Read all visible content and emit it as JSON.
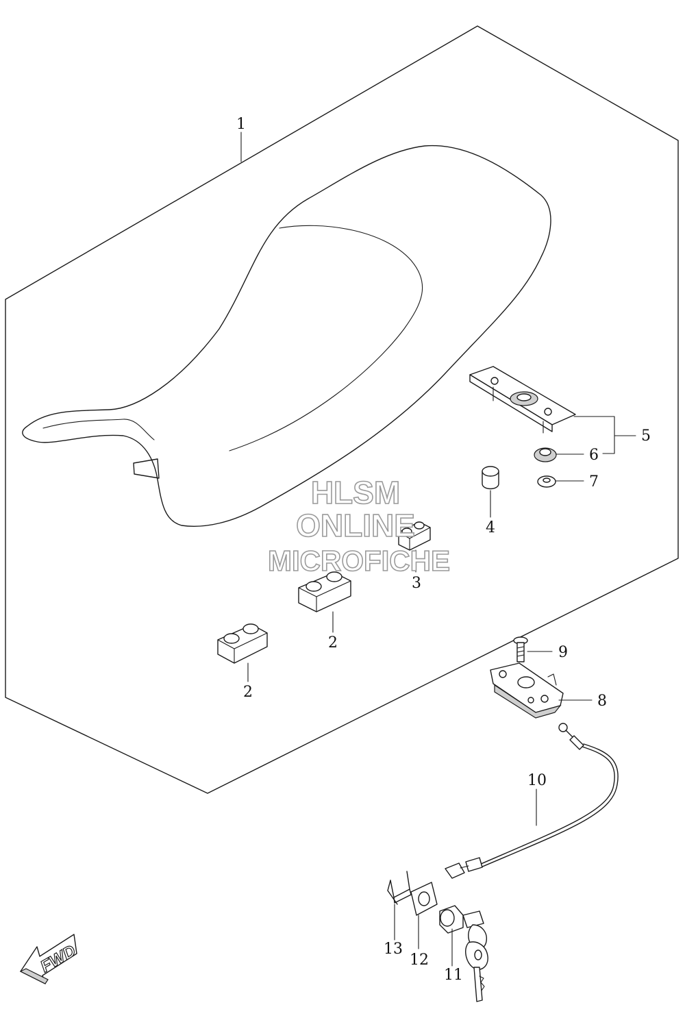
{
  "watermark": {
    "line1": "HLSM",
    "line2": "ONLINE",
    "line3": "MICROFICHE"
  },
  "fwd_label": "FWD",
  "callouts": {
    "c1": "1",
    "c2a": "2",
    "c2b": "2",
    "c3": "3",
    "c4": "4",
    "c5": "5",
    "c6": "6",
    "c7": "7",
    "c8": "8",
    "c9": "9",
    "c10": "10",
    "c11": "11",
    "c12": "12",
    "c13": "13"
  },
  "colors": {
    "line": "#1a1a1a",
    "watermark_outline": "#9a9a9a",
    "background": "#ffffff"
  }
}
